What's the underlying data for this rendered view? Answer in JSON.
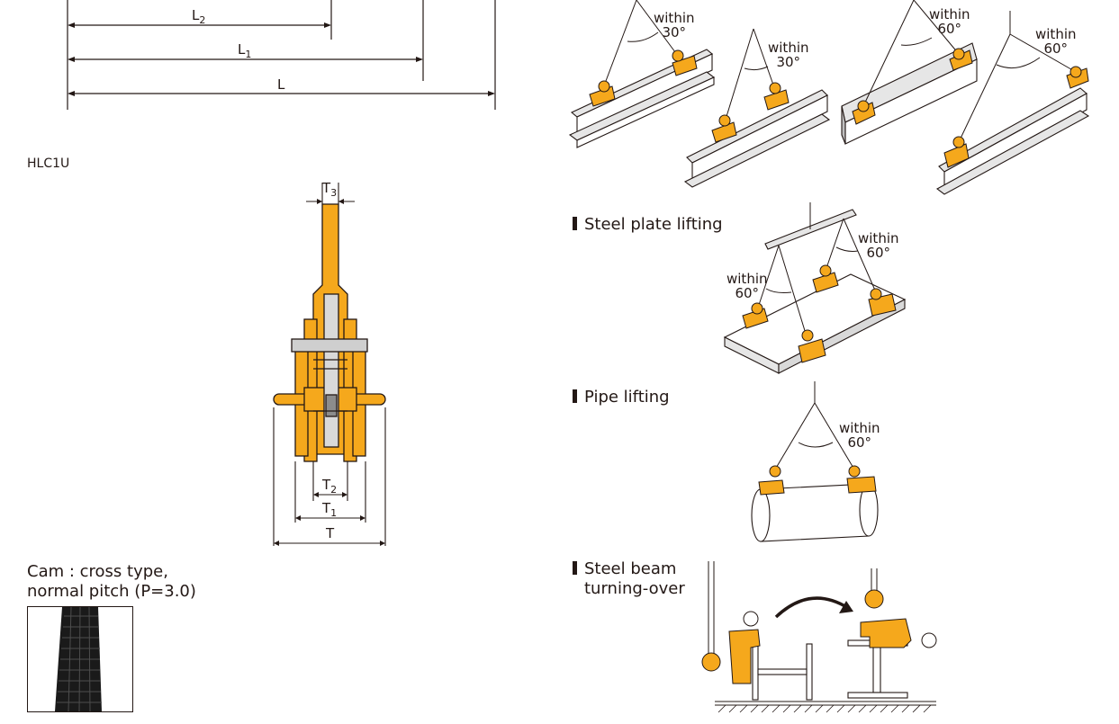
{
  "dimensions": {
    "l2": "L",
    "l2_sub": "2",
    "l1": "L",
    "l1_sub": "1",
    "l": "L"
  },
  "model": "HLC1U",
  "thickness": {
    "t3": "T",
    "t3_sub": "3",
    "t2": "T",
    "t2_sub": "2",
    "t1": "T",
    "t1_sub": "1",
    "t": "T"
  },
  "cam": {
    "line1": "Cam : cross type,",
    "line2": "normal pitch (P=3.0)"
  },
  "angles": {
    "beam1_word": "within",
    "beam1_deg": "30°",
    "beam2_word": "within",
    "beam2_deg": "30°",
    "beam3_word": "within",
    "beam3_deg": "60°",
    "beam4_word": "within",
    "beam4_deg": "60°",
    "plate_right_word": "within",
    "plate_right_deg": "60°",
    "plate_left_word": "within",
    "plate_left_deg": "60°",
    "pipe_word": "within",
    "pipe_deg": "60°"
  },
  "sections": {
    "plate": "Steel plate lifting",
    "pipe": "Pipe lifting",
    "beam_line1": "Steel beam",
    "beam_line2": "turning-over"
  },
  "colors": {
    "clamp": "#f5a81c",
    "ink": "#231815",
    "gray": "#bfbfbf"
  }
}
